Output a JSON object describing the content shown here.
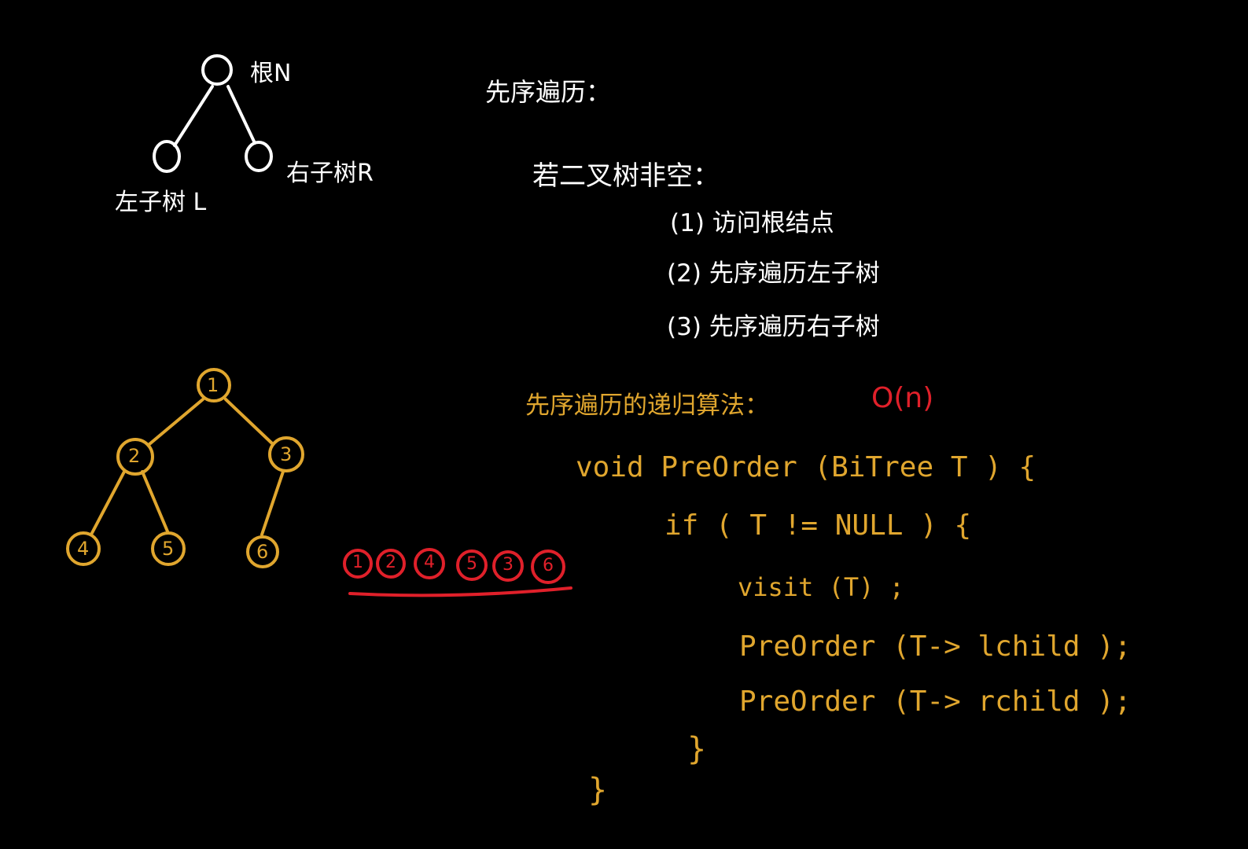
{
  "colors": {
    "background": "#000000",
    "chalk_white": "#ffffff",
    "chalk_gold": "#e0a62e",
    "chalk_red": "#e0202a"
  },
  "concept_tree": {
    "root_label": "根N",
    "left_label": "左子树 L",
    "right_label": "右子树R"
  },
  "definition": {
    "title": "先序遍历：",
    "condition": "若二叉树非空：",
    "steps": [
      "(1) 访问根结点",
      "(2) 先序遍历左子树",
      "(3) 先序遍历右子树"
    ]
  },
  "example_tree": {
    "nodes": [
      "1",
      "2",
      "3",
      "4",
      "5",
      "6"
    ]
  },
  "result_sequence": [
    "1",
    "2",
    "4",
    "5",
    "3",
    "6"
  ],
  "algorithm": {
    "title": "先序遍历的递归算法：",
    "complexity": "O(n)",
    "code": [
      "void  PreOrder (BiTree  T ) {",
      "if ( T  != NULL ) {",
      "visit (T) ;",
      "PreOrder (T-> lchild );",
      "PreOrder (T-> rchild );",
      "}",
      "}"
    ]
  }
}
